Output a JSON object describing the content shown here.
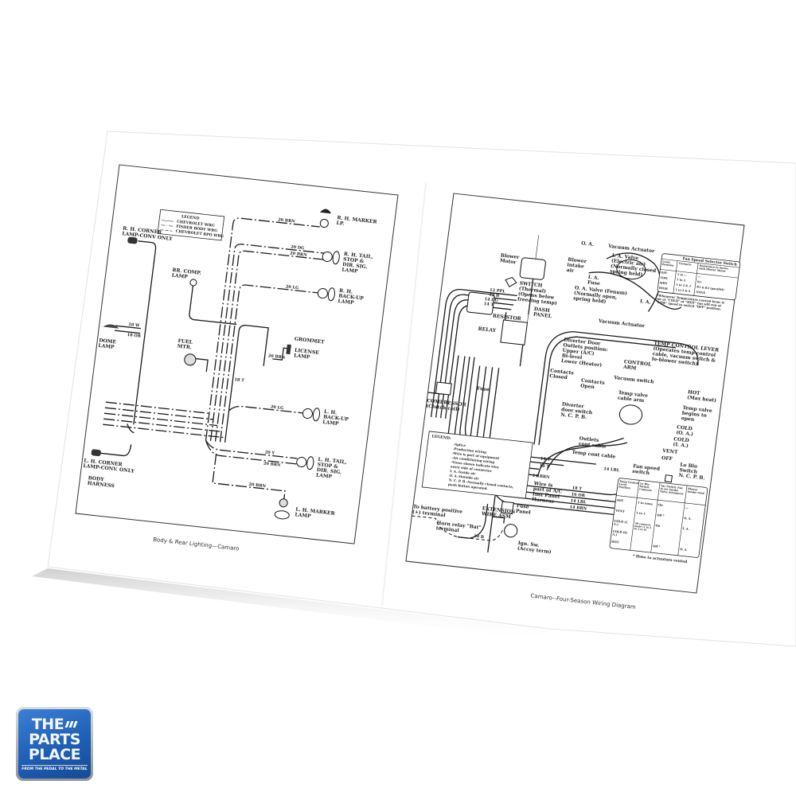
{
  "left_page": {
    "caption": "Body & Rear Lighting—Camaro",
    "legend": {
      "title": "LEGEND",
      "items": [
        "CHEVROLET WRG",
        "FISHER BODY WRG",
        "CHEVROLET RPO WRG"
      ]
    },
    "labels": {
      "rh_marker": [
        "R. H. MARKER",
        "LP."
      ],
      "rh_tail": [
        "R. H. TAIL,",
        "STOP &",
        "DIR. SIG.",
        "LAMP"
      ],
      "rh_corner": [
        "R. H. CORNER",
        "LAMP-CONV ONLY"
      ],
      "comp_lamp": [
        "RR. COMP.",
        "LAMP"
      ],
      "rh_backup": [
        "R. H.",
        "BACK-UP",
        "LAMP"
      ],
      "dome": [
        "DOME",
        "LAMP"
      ],
      "fuel": [
        "FUEL",
        "MTR."
      ],
      "grommet": [
        "GROMMET"
      ],
      "license": [
        "LICENSE",
        "LAMP"
      ],
      "lh_backup": [
        "L. H.",
        "BACK-UP",
        "LAMP"
      ],
      "lh_tail": [
        "L. H. TAIL,",
        "STOP &",
        "DIR. SIG.",
        "LAMP"
      ],
      "lh_marker": [
        "L. H. MARKER",
        "LAMP"
      ],
      "lh_corner": [
        "L. H. CORNER",
        "LAMP-CONV. ONLY"
      ],
      "body_harness": [
        "BODY",
        "HARNESS"
      ]
    },
    "wires": {
      "w1": "20 BRN",
      "w2": "20 DG",
      "w3": "20 BRN",
      "w4": "20 LG",
      "w5": "18 W",
      "w6": "18 OR",
      "w7": "20 BRN",
      "w8": "20 LG",
      "w9": "20 Y",
      "w10": "20 BRN",
      "w11": "20 BRN",
      "w12": "18 T"
    }
  },
  "right_page": {
    "caption": "Camaro--Four-Season Wiring Diagram",
    "labels": {
      "blower_motor": [
        "Blower",
        "Motor"
      ],
      "switch_thermal": [
        "SWITCH",
        "(Thermal)",
        "(Opens below",
        "freezing temp)"
      ],
      "resistor": [
        "RESISTOR"
      ],
      "relay": [
        "RELAY"
      ],
      "dash_panel": [
        "DASH",
        "PANEL"
      ],
      "blower_intake": [
        "Blower",
        "intake",
        "air"
      ],
      "oa_top": [
        "O. A."
      ],
      "vacuum_actuator_top": [
        "Vacuum Actuator"
      ],
      "ia_valve": [
        "I. A. Valve",
        "(Electric air)",
        "(Normally closed",
        "spring held)"
      ],
      "ia_fuse": [
        "I. A.",
        "Fuse"
      ],
      "oa_valve": [
        "O. A. Valve (Fenum)",
        "(Normally open,",
        "spring held)"
      ],
      "ia_mid": [
        "I. A."
      ],
      "vacuum_actuator_mid": [
        "Vacuum Actuator"
      ],
      "diverter": [
        "Diverter Door",
        "Outlets position:",
        "Upper (A/C)",
        "Bi-level",
        "Lower (Heater)"
      ],
      "control_arm": [
        "CONTROL",
        "ARM"
      ],
      "temp_lever": [
        "TEMP CONTROL LEVER",
        "(Operates temp control",
        "cable, vacuum switch &",
        "lo-blower switch)"
      ],
      "contacts_closed": [
        "Contacts",
        "Closed"
      ],
      "contacts_open": [
        "Contacts",
        "Open"
      ],
      "vacuum_switch": [
        "Vacuum switch"
      ],
      "temp_valve_arm": [
        "Temp valve",
        "cable arm"
      ],
      "hot": [
        "HOT",
        "(Max heat)"
      ],
      "temp_valve_begins": [
        "Temp valve",
        "begins to",
        "open"
      ],
      "cold_ia": [
        "COLD",
        "(O. A.)"
      ],
      "cold_oa": [
        "COLD",
        "(I. A.)"
      ],
      "vent": [
        "VENT"
      ],
      "off": [
        "OFF"
      ],
      "lo_blo": [
        "Lo Blo",
        "Switch",
        "N. C. P. B."
      ],
      "fan_speed_switch": [
        "Fan speed",
        "switch"
      ],
      "diverter_switch": [
        "Diverter",
        "door switch",
        "N. C. P. B."
      ],
      "outlets_cable": [
        "Outlets",
        "cont cable"
      ],
      "temp_cable": [
        "Temp cont cable"
      ],
      "compressor": [
        "COMPRESSOR",
        "(Clutch coil)"
      ],
      "fuse": [
        "Fuse"
      ],
      "wire_part": [
        "Wire is",
        "part of A/C",
        "Inst Panel",
        "Harness"
      ],
      "fuse_panel": [
        "Fuse",
        "Panel"
      ],
      "battery": [
        "To battery positive",
        "(+) terminal"
      ],
      "horn_relay": [
        "Horn relay \"Bat\"",
        "terminal"
      ],
      "extension": [
        "EXTENSION",
        "WIRE ASM"
      ],
      "ign_sw": [
        "Ign. Sw.",
        "(Accsy term)"
      ]
    },
    "wires": {
      "w1": "12 PPL",
      "w2": "12 B",
      "w3": "14 DG",
      "w4": "14 T",
      "w5": "14 T",
      "w6": "18 T",
      "w7": "16 OR",
      "w8": "14 LBL",
      "w9": "14 BRN",
      "w10": "10 B",
      "w11": "14 BRN",
      "w12": "18 T",
      "w13": "14 LBL"
    },
    "legend": {
      "title": "LEGEND:",
      "items": [
        "-Splice",
        "-Production wiring",
        "-Wire is part of equipment",
        "-Air conditioning wiring",
        "-Views shown indicate wire",
        " entry side of connector",
        "I. A.-Inside air",
        "O. A.-Outside air",
        "N. C. P. B.-Normally closed contacts,",
        " push button operated."
      ]
    },
    "fan_table": {
      "title": "Fan Speed Selector Switch",
      "headers": [
        "Lever Position",
        "Contacts",
        "Resistance in Series with Blower Motor"
      ],
      "rows": [
        [
          "OFF",
          "1 to —",
          "—"
        ],
        [
          "LOW",
          "1 to 2",
          "R1"
        ],
        [
          "MED",
          "1 to 2 & 3",
          "R1 & R2 (parallel)"
        ],
        [
          "HIGH",
          "1 to 2 & 4",
          "NONE"
        ]
      ],
      "note": [
        "*Whenever Temperature control lever is",
        "set at \"COLD\" or \"HOT\" fan will run at",
        "\"LOW\" speed to switch \"OFF\" position."
      ]
    },
    "temp_table": {
      "headers": [
        "Temp Control Lever Position",
        "Lo Blo Switch Contacts",
        "Vac Switch (Vac to air Intake Valve Actuators)",
        "Blower Intake used"
      ],
      "rows": [
        [
          "OFF",
          "1 to none",
          "On",
          "—"
        ],
        [
          "VENT",
          "1 to 1",
          "Off *",
          "O. A."
        ],
        [
          "COLD (I. A.)",
          "All contacts made (1 to 2 to 3 to 4)",
          "On",
          "I. A."
        ],
        [
          "COLD (O. A.)",
          "",
          "",
          ""
        ],
        [
          "HOT",
          "",
          "Off *",
          "O. A."
        ]
      ],
      "note": "* Hose to actuators vented"
    }
  },
  "logo": {
    "lines": [
      "THE",
      "PARTS",
      "PLACE"
    ],
    "tagline": "FROM THE PEDAL TO THE METAL",
    "colors": {
      "blue": "#1f5fb6",
      "silver": "#b8bec5"
    }
  }
}
